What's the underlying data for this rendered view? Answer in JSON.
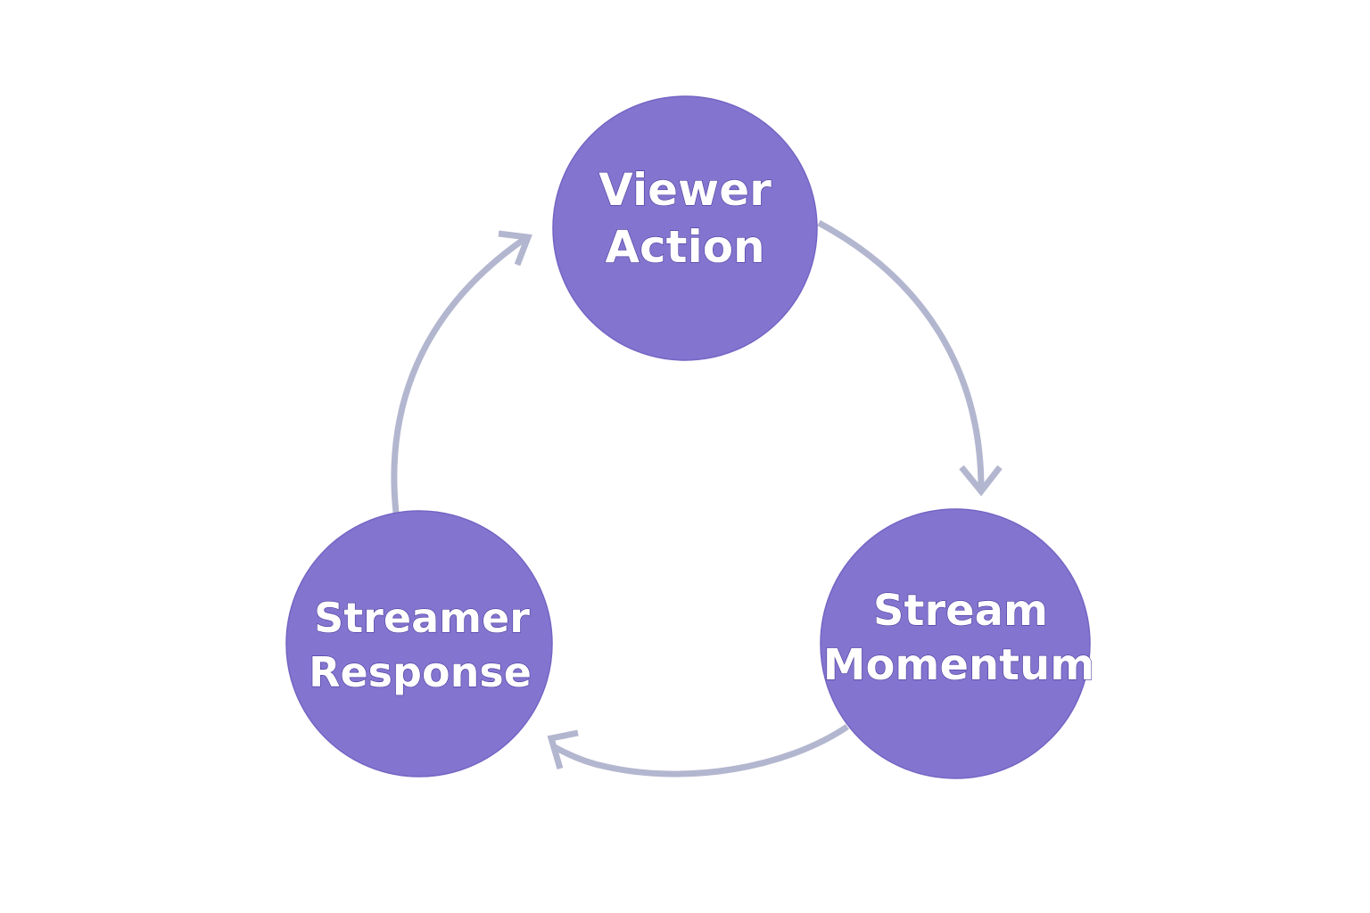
{
  "diagram": {
    "type": "cycle",
    "colors": {
      "node_fill": "#8374CF",
      "node_edge": "#7565C4",
      "arrow": "#B3B6CF",
      "label_text": "#FFFFFF",
      "label_outline": "#4B3A9C",
      "background": "#FFFFFF"
    },
    "nodes": [
      {
        "id": "viewer-action",
        "lines": [
          "Viewer",
          "Action"
        ]
      },
      {
        "id": "stream-momentum",
        "lines": [
          "Stream",
          "Momentum"
        ]
      },
      {
        "id": "streamer-response",
        "lines": [
          "Streamer",
          "Response"
        ]
      }
    ],
    "edges": [
      {
        "from": "viewer-action",
        "to": "stream-momentum",
        "direction": "clockwise"
      },
      {
        "from": "stream-momentum",
        "to": "streamer-response",
        "direction": "clockwise"
      },
      {
        "from": "streamer-response",
        "to": "viewer-action",
        "direction": "clockwise"
      }
    ]
  }
}
